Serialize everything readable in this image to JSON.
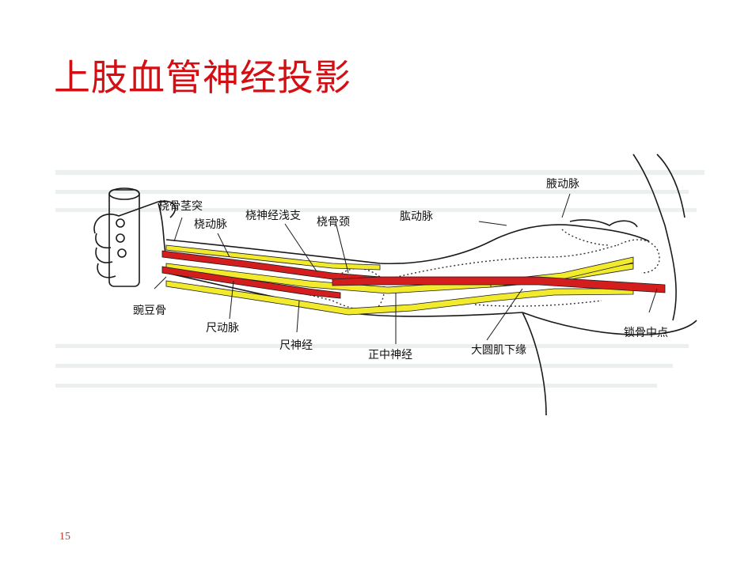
{
  "slide": {
    "title": "上肢血管神经投影",
    "page_number": "15"
  },
  "colors": {
    "title": "#d40f14",
    "artery": "#d41e1e",
    "nerve": "#f2ea2c",
    "outline": "#1a1a1a"
  },
  "diagram": {
    "labels": {
      "radial_styloid": "桡骨茎突",
      "radial_artery": "桡动脉",
      "superficial_radial_nerve": "桡神经浅支",
      "radial_neck": "桡骨颈",
      "brachial_artery": "肱动脉",
      "axillary_artery": "腋动脉",
      "pisiform": "豌豆骨",
      "ulnar_artery": "尺动脉",
      "ulnar_nerve": "尺神经",
      "median_nerve": "正中神经",
      "teres_major_lower_border": "大圆肌下缘",
      "clavicle_midpoint": "锁骨中点"
    }
  }
}
